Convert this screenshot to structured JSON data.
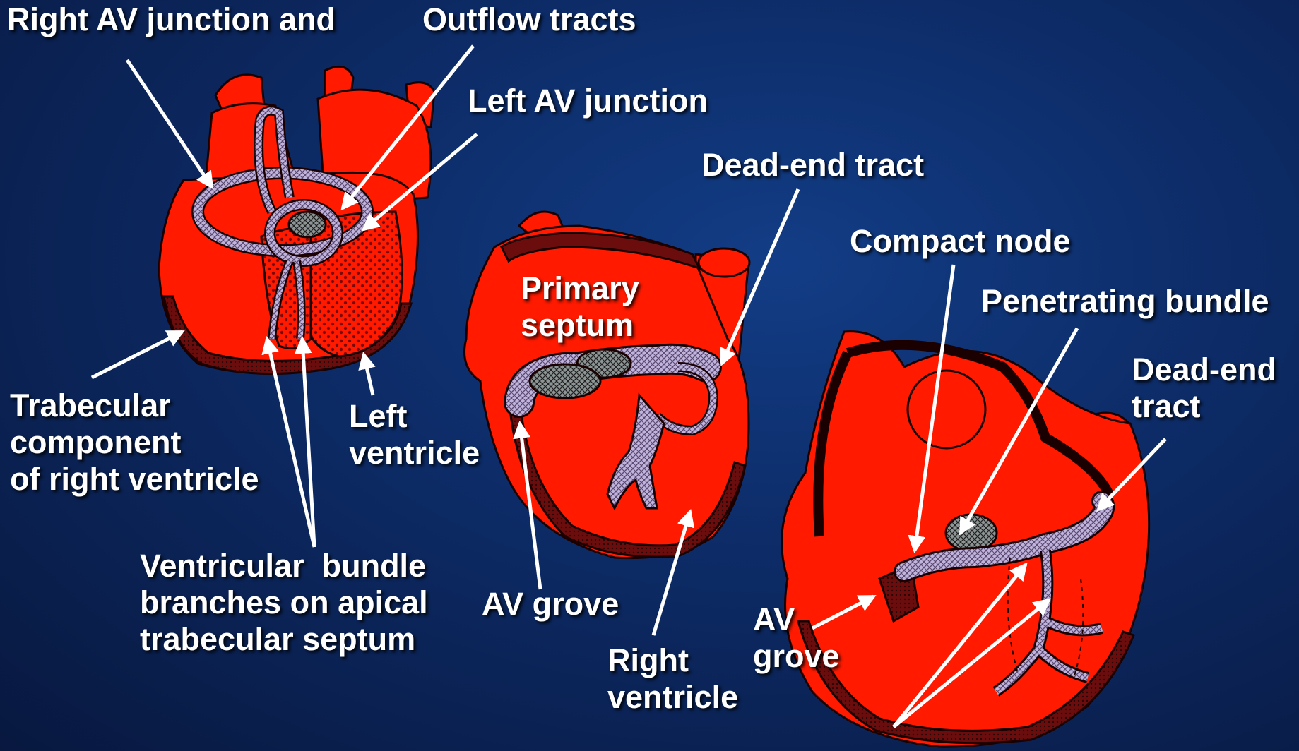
{
  "colors": {
    "heart_red": "#ff1a00",
    "heart_dark": "#6b0d0d",
    "conduction_tissue": "#b8a6d8",
    "node": "#8c9090",
    "arrow": "#ffffff"
  },
  "diagram": {
    "left_heart": {
      "labels": {
        "right_av_junction": "Right AV junction and",
        "outflow_tracts": "Outflow tracts",
        "left_av_junction": "Left AV junction",
        "trabecular_component": "Trabecular\ncomponent\nof right ventricle",
        "left_ventricle": "Left\nventricle",
        "ventricular_bundle_branches": "Ventricular  bundle\nbranches on apical\ntrabecular septum"
      }
    },
    "middle_heart": {
      "labels": {
        "primary_septum": "Primary\nseptum",
        "dead_end_tract": "Dead-end tract",
        "av_grove": "AV grove",
        "right_ventricle": "Right\nventricle"
      }
    },
    "right_heart": {
      "labels": {
        "compact_node": "Compact node",
        "penetrating_bundle": "Penetrating bundle",
        "dead_end_tract": "Dead-end\ntract",
        "av_grove": "AV\ngrove"
      }
    }
  }
}
